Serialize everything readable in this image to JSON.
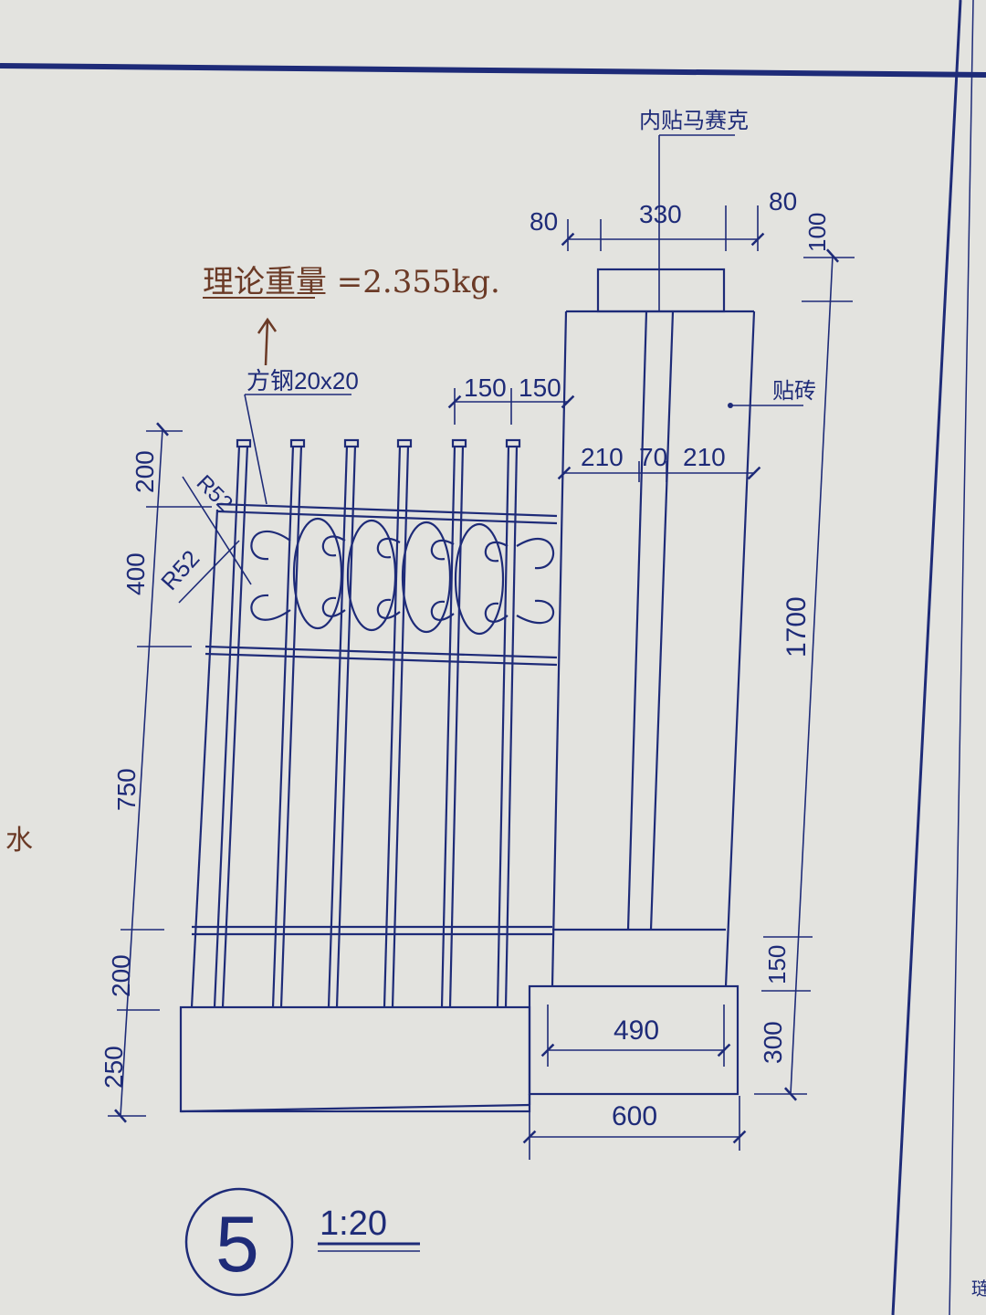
{
  "drawing": {
    "annotation_handwritten": "理论重量 =2.355kg.",
    "margin_mark": "水",
    "corner_mark": "琏",
    "labels": {
      "mosaic": "内贴马赛克",
      "tile": "贴砖",
      "steel": "方钢20x20",
      "radius_top": "R52",
      "radius_side": "R52"
    },
    "dims_fence": {
      "top_spike": "200",
      "scroll_zone": "400",
      "bars_zone": "750",
      "lower_zone": "200",
      "base": "250",
      "spacing_a": "150",
      "spacing_b": "150"
    },
    "dims_pillar": {
      "side_left": "80",
      "cap": "330",
      "side_right": "80",
      "cap_height": "100",
      "face_left": "210",
      "joint": "70",
      "face_right": "210",
      "height": "1700",
      "plinth": "150",
      "footing": "300",
      "inner_width": "490",
      "outer_width": "600"
    },
    "detail_number": "5",
    "scale": "1:20"
  }
}
